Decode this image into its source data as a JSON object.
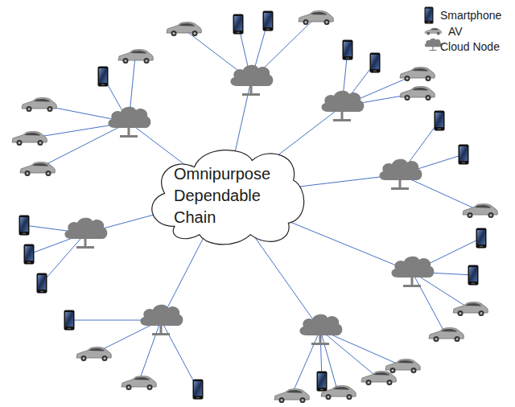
{
  "diagram": {
    "nodes": [
      {
        "text": [
          "Omnipurpose Dependable Chain"
        ]
      }
    ],
    "legend": [
      {
        "text": "Smartphone"
      },
      {
        "text": "AV"
      },
      {
        "text": "Cloud Node"
      }
    ]
  }
}
